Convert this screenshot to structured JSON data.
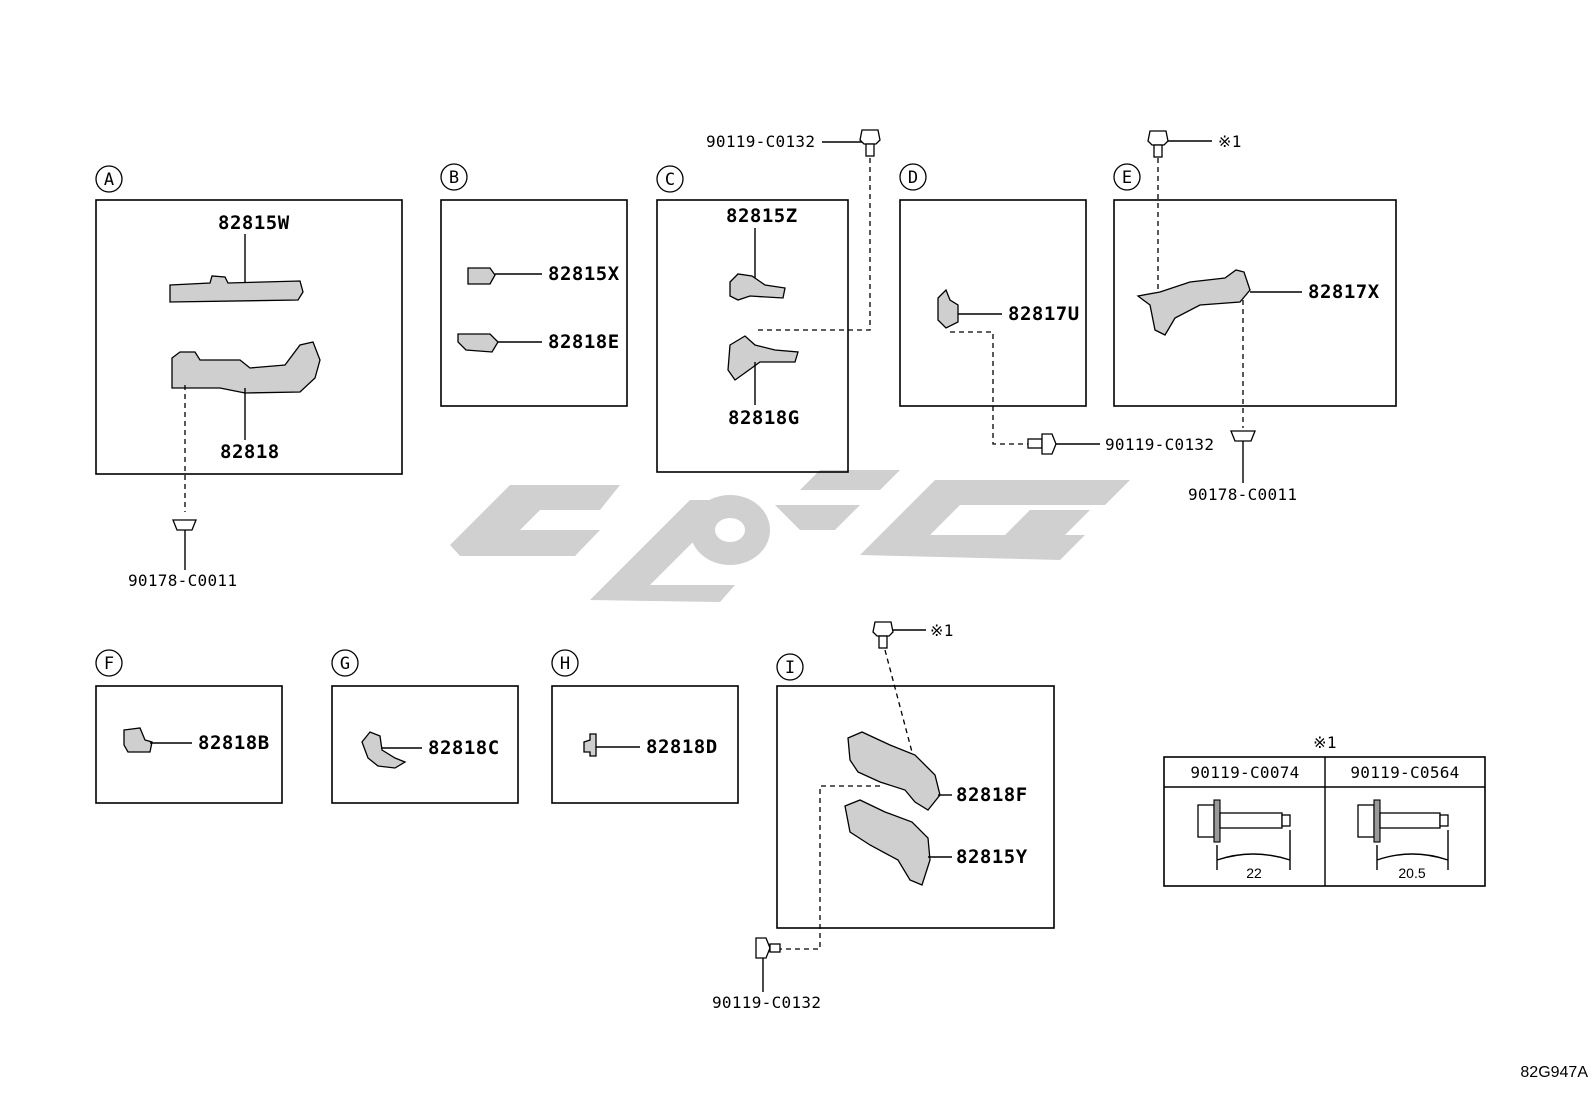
{
  "diagram_code": "82G947A",
  "watermark": "تویوپارت",
  "note_mark": "※1",
  "sections": [
    {
      "id": "A",
      "parts": [
        "82815W",
        "82818"
      ],
      "fasteners": [
        "90178-C0011"
      ]
    },
    {
      "id": "B",
      "parts": [
        "82815X",
        "82818E"
      ]
    },
    {
      "id": "C",
      "parts": [
        "82815Z",
        "82818G"
      ],
      "fasteners": [
        "90119-C0132"
      ]
    },
    {
      "id": "D",
      "parts": [
        "82817U"
      ],
      "fasteners": [
        "90119-C0132"
      ]
    },
    {
      "id": "E",
      "parts": [
        "82817X"
      ],
      "fasteners": [
        "※1",
        "90178-C0011"
      ]
    },
    {
      "id": "F",
      "parts": [
        "82818B"
      ]
    },
    {
      "id": "G",
      "parts": [
        "82818C"
      ]
    },
    {
      "id": "H",
      "parts": [
        "82818D"
      ]
    },
    {
      "id": "I",
      "parts": [
        "82818F",
        "82815Y"
      ],
      "fasteners": [
        "※1",
        "90119-C0132"
      ]
    }
  ],
  "legend_table": {
    "title": "※1",
    "columns": [
      {
        "part": "90119-C0074",
        "dimension": "22"
      },
      {
        "part": "90119-C0564",
        "dimension": "20.5"
      }
    ]
  }
}
